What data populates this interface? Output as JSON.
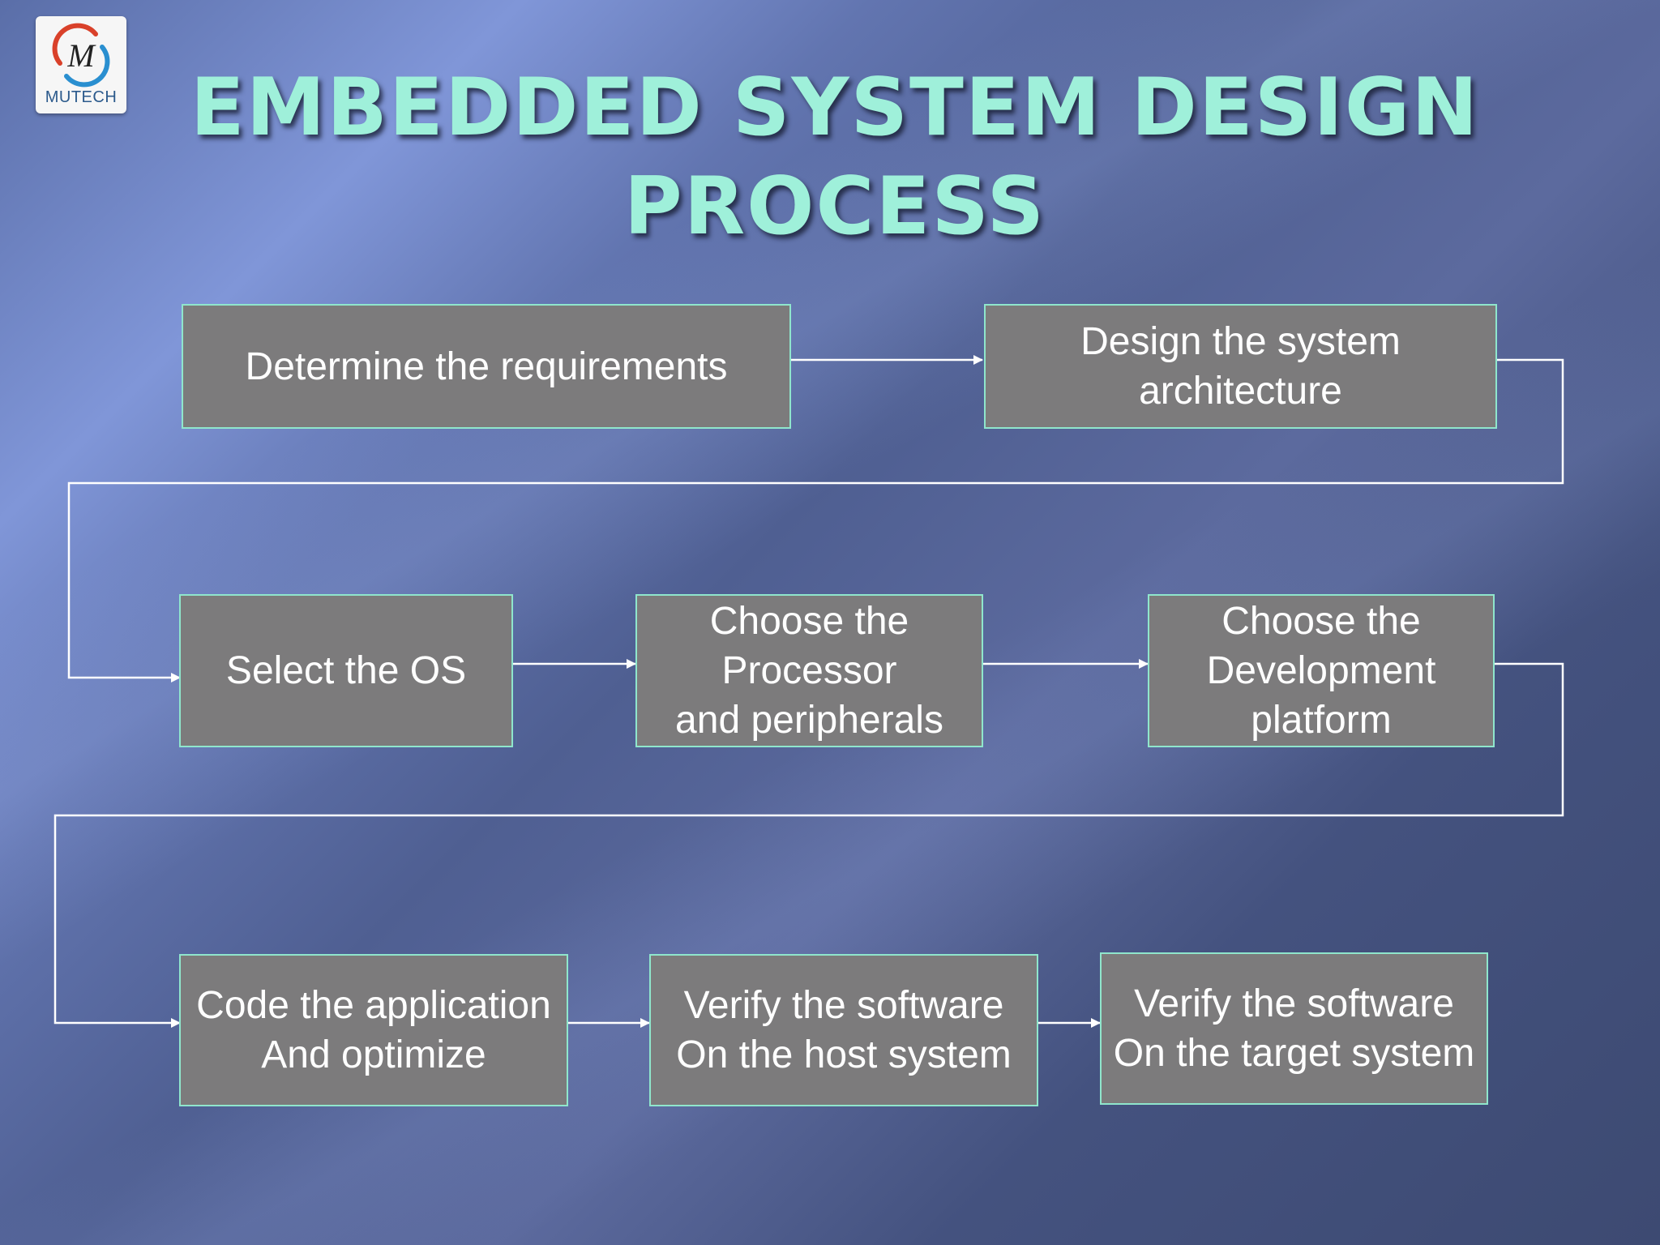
{
  "logo": {
    "text": "MUTECH",
    "mark": "M-logo-icon"
  },
  "title": "EMBEDDED SYSTEM DESIGN\nPROCESS",
  "steps": {
    "requirements": "Determine the requirements",
    "architecture": "Design the system\narchitecture",
    "os": "Select the OS",
    "processor": "Choose the\nProcessor\nand peripherals",
    "dev_platform": "Choose the\nDevelopment\nplatform",
    "code": "Code the application\nAnd optimize",
    "verify_host": "Verify the software\nOn the host system",
    "verify_target": "Verify the software\nOn the target system"
  },
  "colors": {
    "box_fill": "#7c7b7c",
    "box_border": "#8fe6cc",
    "title": "#9ff0da",
    "connector": "#ffffff"
  }
}
